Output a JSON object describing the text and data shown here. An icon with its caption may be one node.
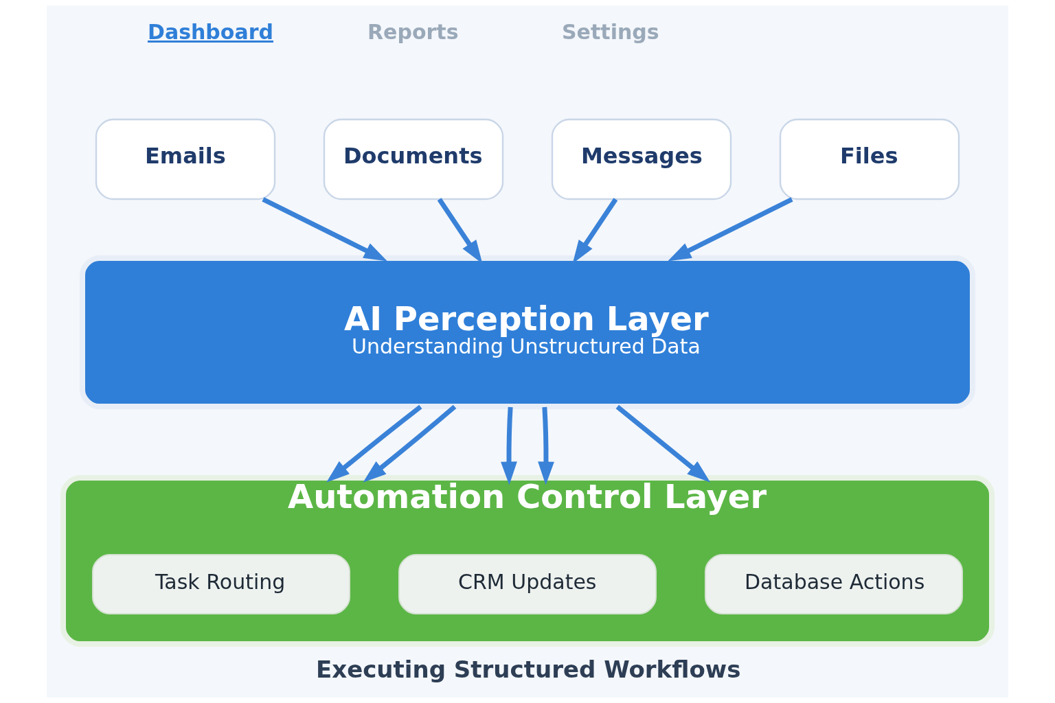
{
  "diagram": {
    "caption": "Executing Structured Workflows",
    "nodes": [
      {
        "text": [
          "Emails"
        ]
      },
      {
        "text": [
          "Documents"
        ]
      },
      {
        "text": [
          "Messages"
        ]
      },
      {
        "text": [
          "Files"
        ]
      },
      {
        "text": [
          "AI Perception Layer",
          "Understanding Unstructured Data"
        ]
      },
      {
        "text": [
          "Automation Control Layer"
        ]
      },
      {
        "text": [
          "Task Routing"
        ],
        "in": 5
      },
      {
        "text": [
          "CRM Updates"
        ],
        "in": 5
      },
      {
        "text": [
          "Database Actions"
        ],
        "in": 5
      }
    ],
    "edges": [
      {
        "from": 0,
        "to": 4,
        "arrow": "to"
      },
      {
        "from": 1,
        "to": 4,
        "arrow": "to"
      },
      {
        "from": 2,
        "to": 4,
        "arrow": "to"
      },
      {
        "from": 3,
        "to": 4,
        "arrow": "to"
      },
      {
        "from": 4,
        "to": 5,
        "arrow": "to"
      },
      {
        "from": 4,
        "to": 5,
        "arrow": "to"
      },
      {
        "from": 4,
        "to": 5,
        "arrow": "to"
      },
      {
        "from": 4,
        "to": 5,
        "arrow": "to"
      },
      {
        "from": 4,
        "to": 5,
        "arrow": "to"
      }
    ],
    "labels": [
      "Dashboard",
      "Reports",
      "Settings"
    ]
  }
}
